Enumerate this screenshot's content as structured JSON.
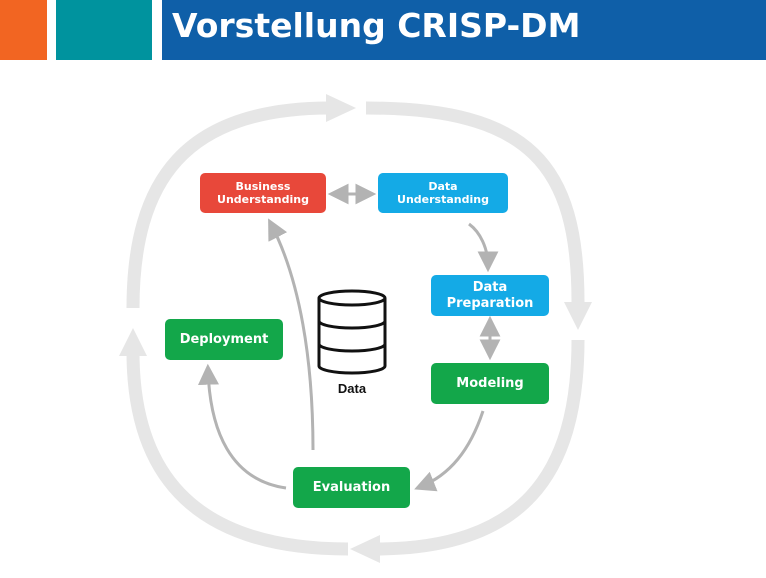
{
  "header": {
    "title": "Vorstellung CRISP-DM",
    "colors": {
      "orange": "#f26522",
      "teal": "#00939e",
      "blue": "#0f5fa8"
    }
  },
  "phases": {
    "business_understanding": {
      "line1": "Business",
      "line2": "Understanding",
      "color": "#e8483a"
    },
    "data_understanding": {
      "line1": "Data",
      "line2": "Understanding",
      "color": "#14aae6"
    },
    "data_preparation": {
      "line1": "Data",
      "line2": "Preparation",
      "color": "#14aae6"
    },
    "modeling": {
      "label": "Modeling",
      "color": "#13a74a"
    },
    "evaluation": {
      "label": "Evaluation",
      "color": "#13a74a"
    },
    "deployment": {
      "label": "Deployment",
      "color": "#13a74a"
    }
  },
  "center": {
    "label": "Data",
    "icon": "database-icon"
  },
  "arrows": {
    "outer_color": "#e6e6e6",
    "inner_color": "#b3b3b3"
  }
}
